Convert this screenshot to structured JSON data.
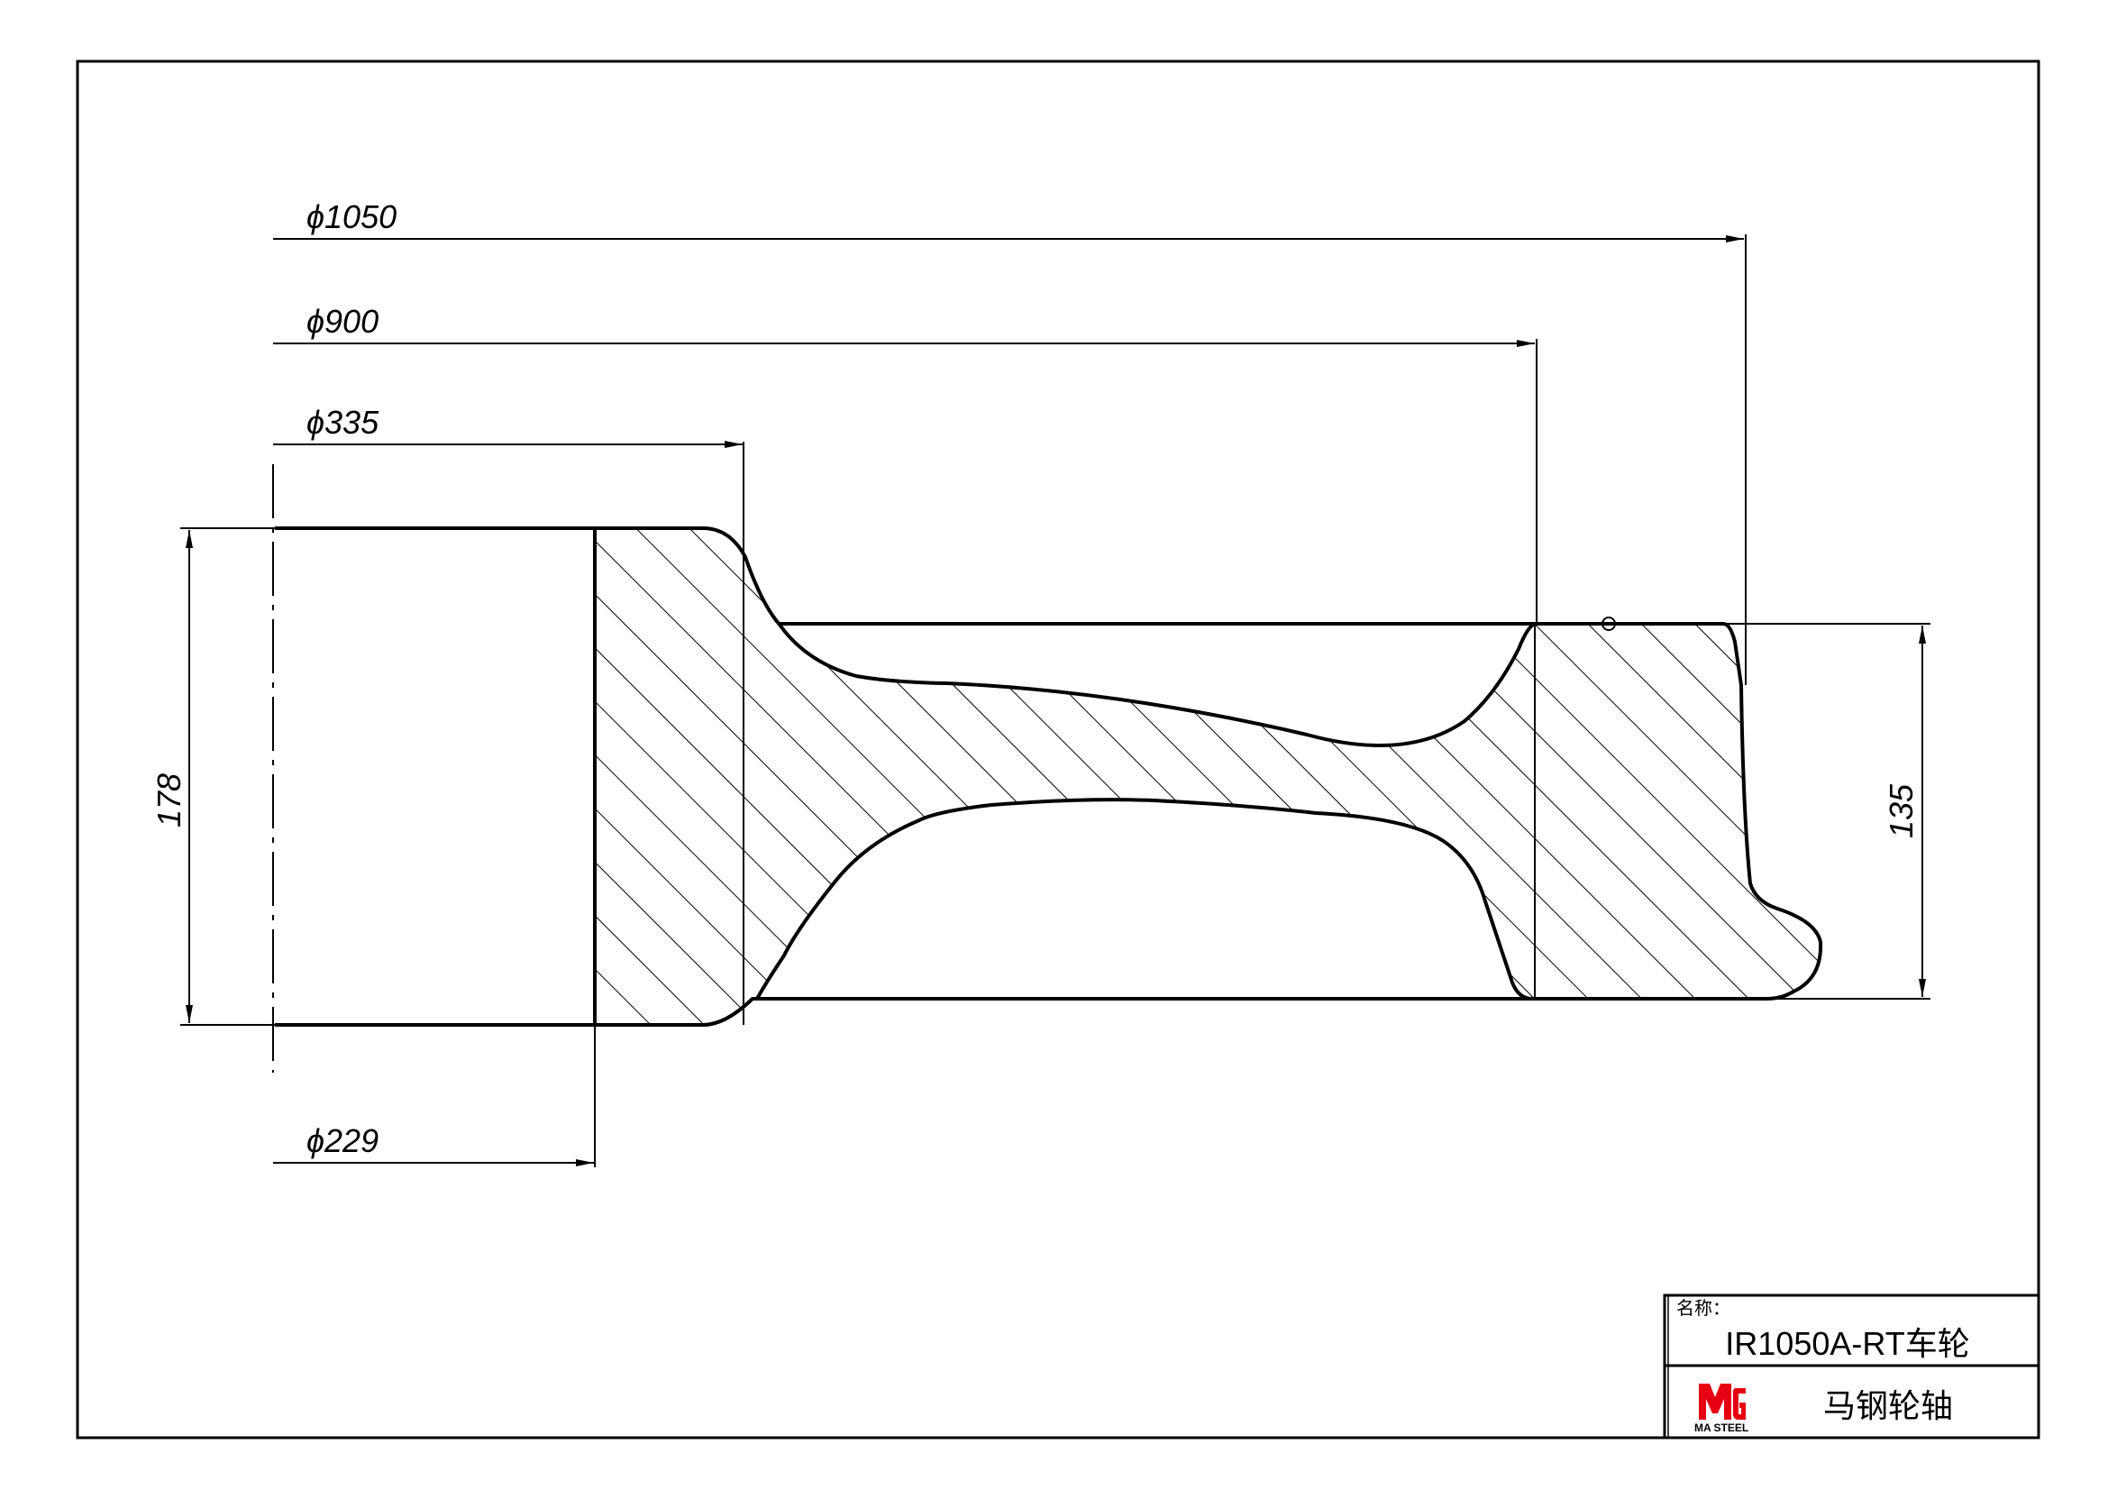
{
  "dimensions": {
    "d1050": "ϕ1050",
    "d900": "ϕ900",
    "d335": "ϕ335",
    "d229": "ϕ229",
    "h178": "178",
    "h135": "135"
  },
  "title_block": {
    "name_label": "名称：",
    "part_name": "IR1050A-RT车轮",
    "company": "马钢轮轴",
    "logo_text": "MA STEEL",
    "logo_color": "#e60012"
  }
}
